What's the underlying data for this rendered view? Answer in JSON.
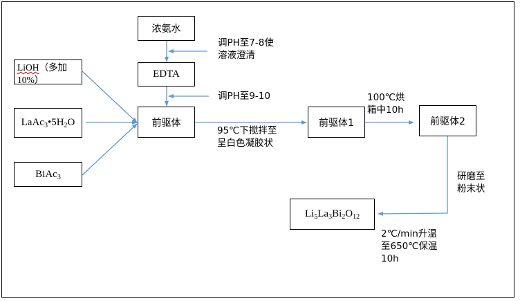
{
  "diagram": {
    "type": "process-flowchart",
    "nodes": {
      "ammonia": "浓氨水",
      "edta": "EDTA",
      "precursor": "前驱体",
      "lioh_main": "LiOH",
      "lioh_note": "（多加",
      "lioh_note2": "10%）",
      "laac_pre": "LaAc",
      "laac_sub": "3",
      "laac_mid": "•5H",
      "laac_sub2": "2",
      "laac_post": "O",
      "biac_pre": "BiAc",
      "biac_sub": "3",
      "precursor1": "前驱体1",
      "precursor2": "前驱体2",
      "product": {
        "p1": "Li",
        "s1": "5",
        "p2": "La",
        "s2": "3",
        "p3": "Bi",
        "s3": "2",
        "p4": "O",
        "s4": "12"
      }
    },
    "labels": {
      "ph78_line1": "调PH至7-8使",
      "ph78_line2": "溶液澄清",
      "ph910": "调PH至9-10",
      "stir_line1": "95℃下搅拌至",
      "stir_line2": "呈白色凝胶状",
      "oven_line1": "100℃烘",
      "oven_line2": "箱中10h",
      "grind_line1": "研磨至",
      "grind_line2": "粉末状",
      "calc_line1": "2℃/min升温",
      "calc_line2": "至650℃保温",
      "calc_line3": "10h"
    },
    "colors": {
      "arrow": "#5b9bd5",
      "border": "#000000",
      "spellcheck": "#dd0000"
    }
  }
}
